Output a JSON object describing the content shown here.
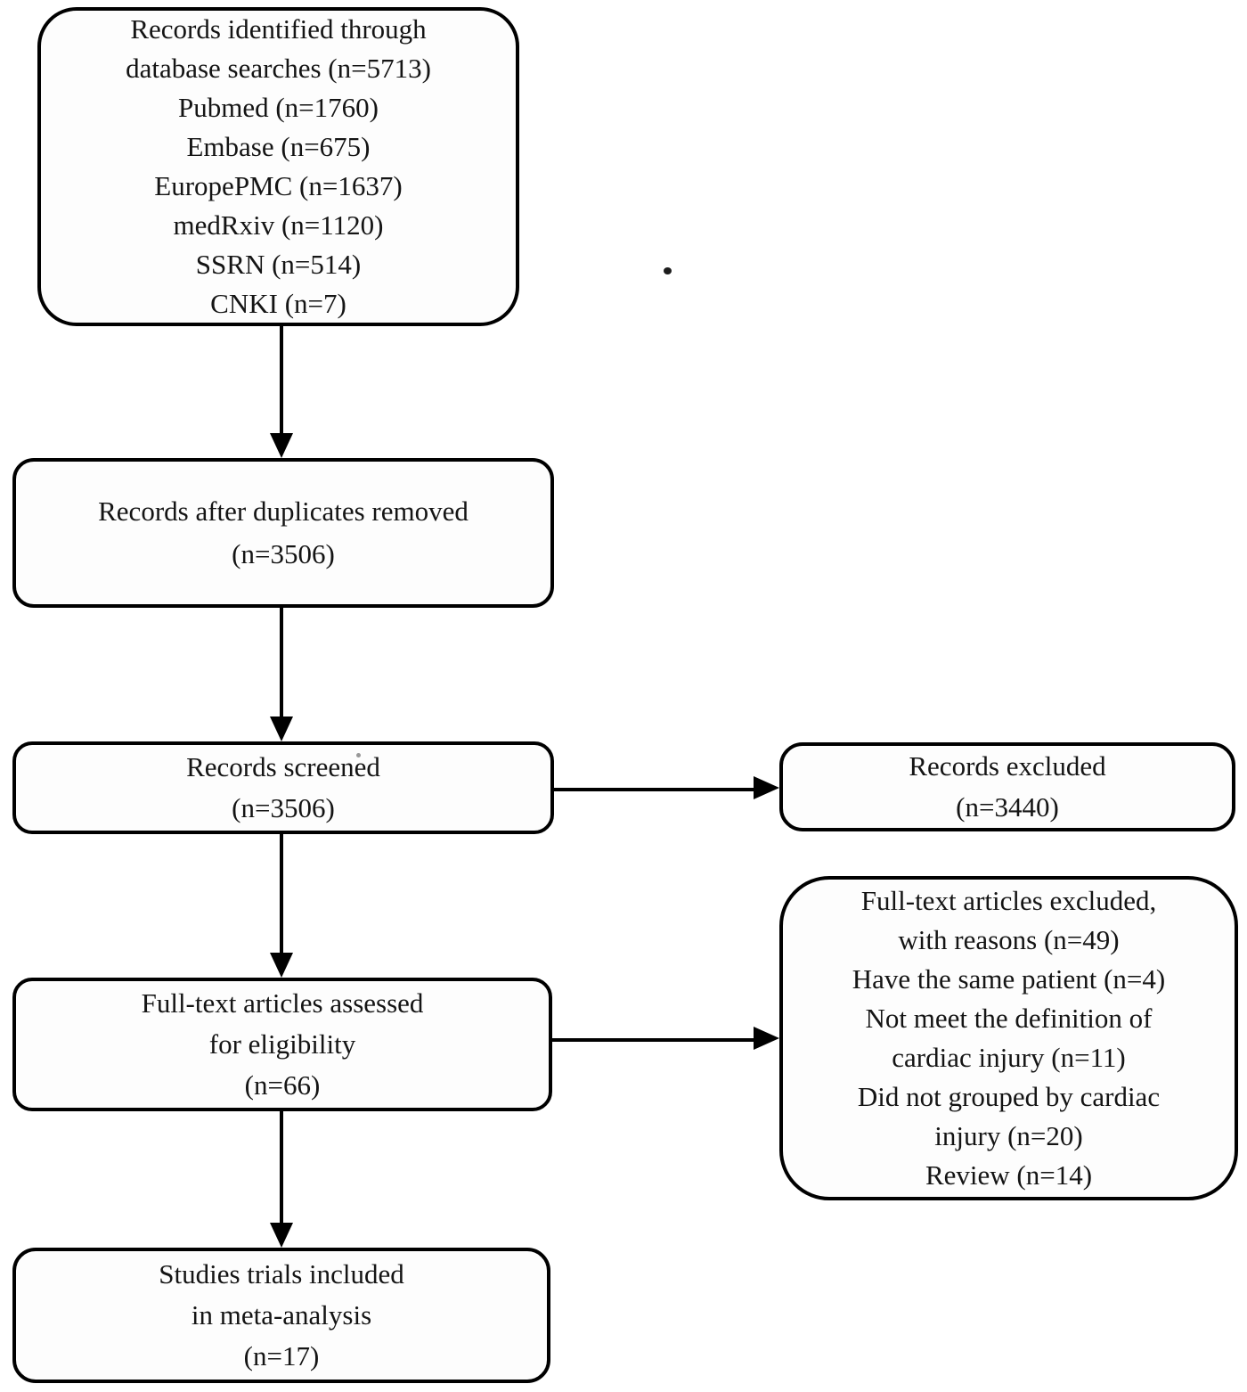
{
  "flowchart": {
    "boxes": {
      "records_identified": {
        "lines": [
          "Records identified through",
          "database searches (n=5713)",
          "Pubmed (n=1760)",
          "Embase (n=675)",
          "EuropePMC (n=1637)",
          "medRxiv (n=1120)",
          "SSRN (n=514)",
          "CNKI (n=7)"
        ]
      },
      "duplicates_removed": {
        "lines": [
          "Records after duplicates removed",
          "(n=3506)"
        ]
      },
      "records_screened": {
        "lines": [
          "Records screened",
          "(n=3506)"
        ]
      },
      "records_excluded": {
        "lines": [
          "Records excluded",
          "(n=3440)"
        ]
      },
      "fulltext_assessed": {
        "lines": [
          "Full-text articles assessed",
          "for eligibility",
          "(n=66)"
        ]
      },
      "fulltext_excluded": {
        "lines": [
          "Full-text articles excluded,",
          "with reasons (n=49)",
          "Have the same patient (n=4)",
          "Not meet the definition of",
          "cardiac injury (n=11)",
          "Did not grouped by cardiac",
          "injury (n=20)",
          "Review (n=14)"
        ]
      },
      "studies_included": {
        "lines": [
          "Studies trials included",
          "in meta-analysis",
          "(n=17)"
        ]
      }
    },
    "colors": {
      "border": "#000000",
      "text": "#141414",
      "background": "#ffffff"
    }
  }
}
